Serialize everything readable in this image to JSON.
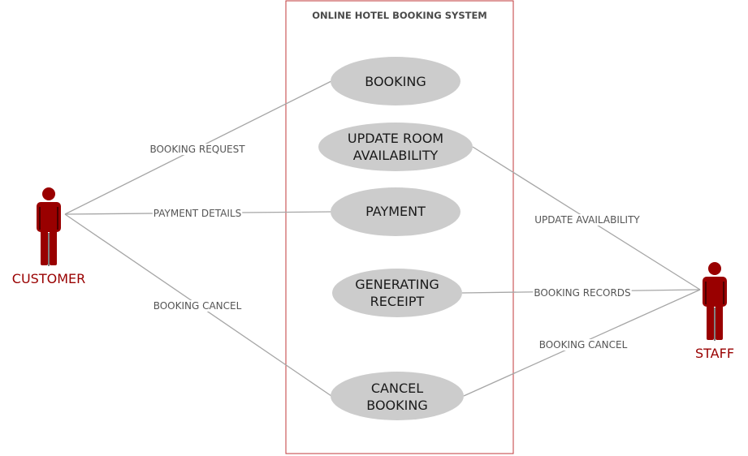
{
  "colors": {
    "system_border": "#c0393b",
    "actor": "#990000",
    "usecase_fill": "#cccccc",
    "connector": "#a6a6a6",
    "label_background": "#ffffff"
  },
  "system": {
    "title": "ONLINE HOTEL BOOKING SYSTEM"
  },
  "actors": {
    "customer": {
      "label": "CUSTOMER",
      "icon": "person-icon"
    },
    "staff": {
      "label": "STAFF",
      "icon": "person-icon"
    }
  },
  "use_cases": {
    "booking": {
      "lines": [
        "BOOKING"
      ]
    },
    "update_room_availability": {
      "lines": [
        "UPDATE ROOM",
        "AVAILABILITY"
      ]
    },
    "payment": {
      "lines": [
        "PAYMENT"
      ]
    },
    "generating_receipt": {
      "lines": [
        "GENERATING",
        "RECEIPT"
      ]
    },
    "cancel_booking": {
      "lines": [
        "CANCEL",
        "BOOKING"
      ]
    }
  },
  "associations": {
    "customer_booking": {
      "label": "BOOKING REQUEST"
    },
    "customer_payment": {
      "label": "PAYMENT DETAILS"
    },
    "customer_cancel": {
      "label": "BOOKING CANCEL"
    },
    "staff_update": {
      "label": "UPDATE AVAILABILITY"
    },
    "staff_receipt": {
      "label": "BOOKING RECORDS"
    },
    "staff_cancel": {
      "label": "BOOKING CANCEL"
    }
  }
}
